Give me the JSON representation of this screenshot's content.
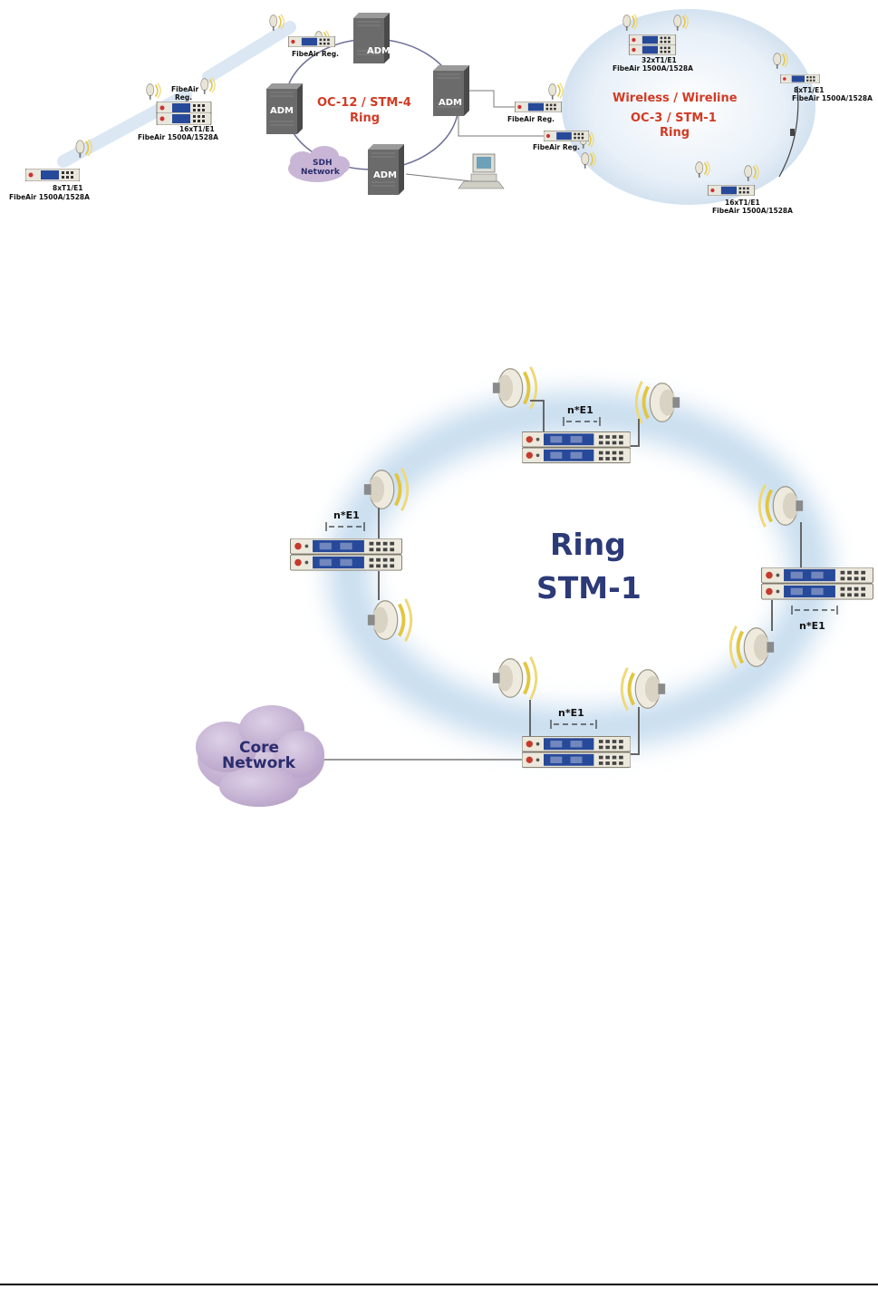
{
  "top_diagram": {
    "left_chain": {
      "end_terminal": {
        "capacity": "8xT1/E1",
        "model": "FibeAir 1500A/1528A"
      },
      "regenerator": {
        "label_line1": "FibeAir",
        "label_line2": "Reg."
      },
      "mid_terminal": {
        "capacity": "16xT1/E1",
        "model": "FibeAir 1500A/1528A"
      },
      "top_regenerator": {
        "label": "FibeAir Reg."
      }
    },
    "sdh_ring": {
      "title_line1": "OC-12 / STM-4",
      "title_line2": "Ring",
      "adm_label": "ADM",
      "cloud_line1": "SDH",
      "cloud_line2": "Network"
    },
    "wireless_ring": {
      "title_line1": "Wireless / Wireline",
      "title_line2": "OC-3 / STM-1",
      "title_line3": "Ring",
      "reg_left": "FibeAir Reg.",
      "reg_lower": "FibeAir Reg.",
      "top_node": {
        "capacity": "32xT1/E1",
        "model": "FibeAir 1500A/1528A"
      },
      "right_node": {
        "capacity": "8xT1/E1",
        "model": "FibeAir 1500A/1528A"
      },
      "bottom_node": {
        "capacity": "16xT1/E1",
        "model": "FibeAir 1500A/1528A"
      }
    }
  },
  "ring_diagram": {
    "title_line1": "Ring",
    "title_line2": "STM-1",
    "tributary_label": "n*E1",
    "core_line1": "Core",
    "core_line2": "Network"
  },
  "colors": {
    "sdh_title": "#d23a24",
    "ring_title": "#2c3a78",
    "cloud_fill": "#c9b6d6",
    "ring_haze": "#c7ddef",
    "device_blue": "#27499a"
  }
}
